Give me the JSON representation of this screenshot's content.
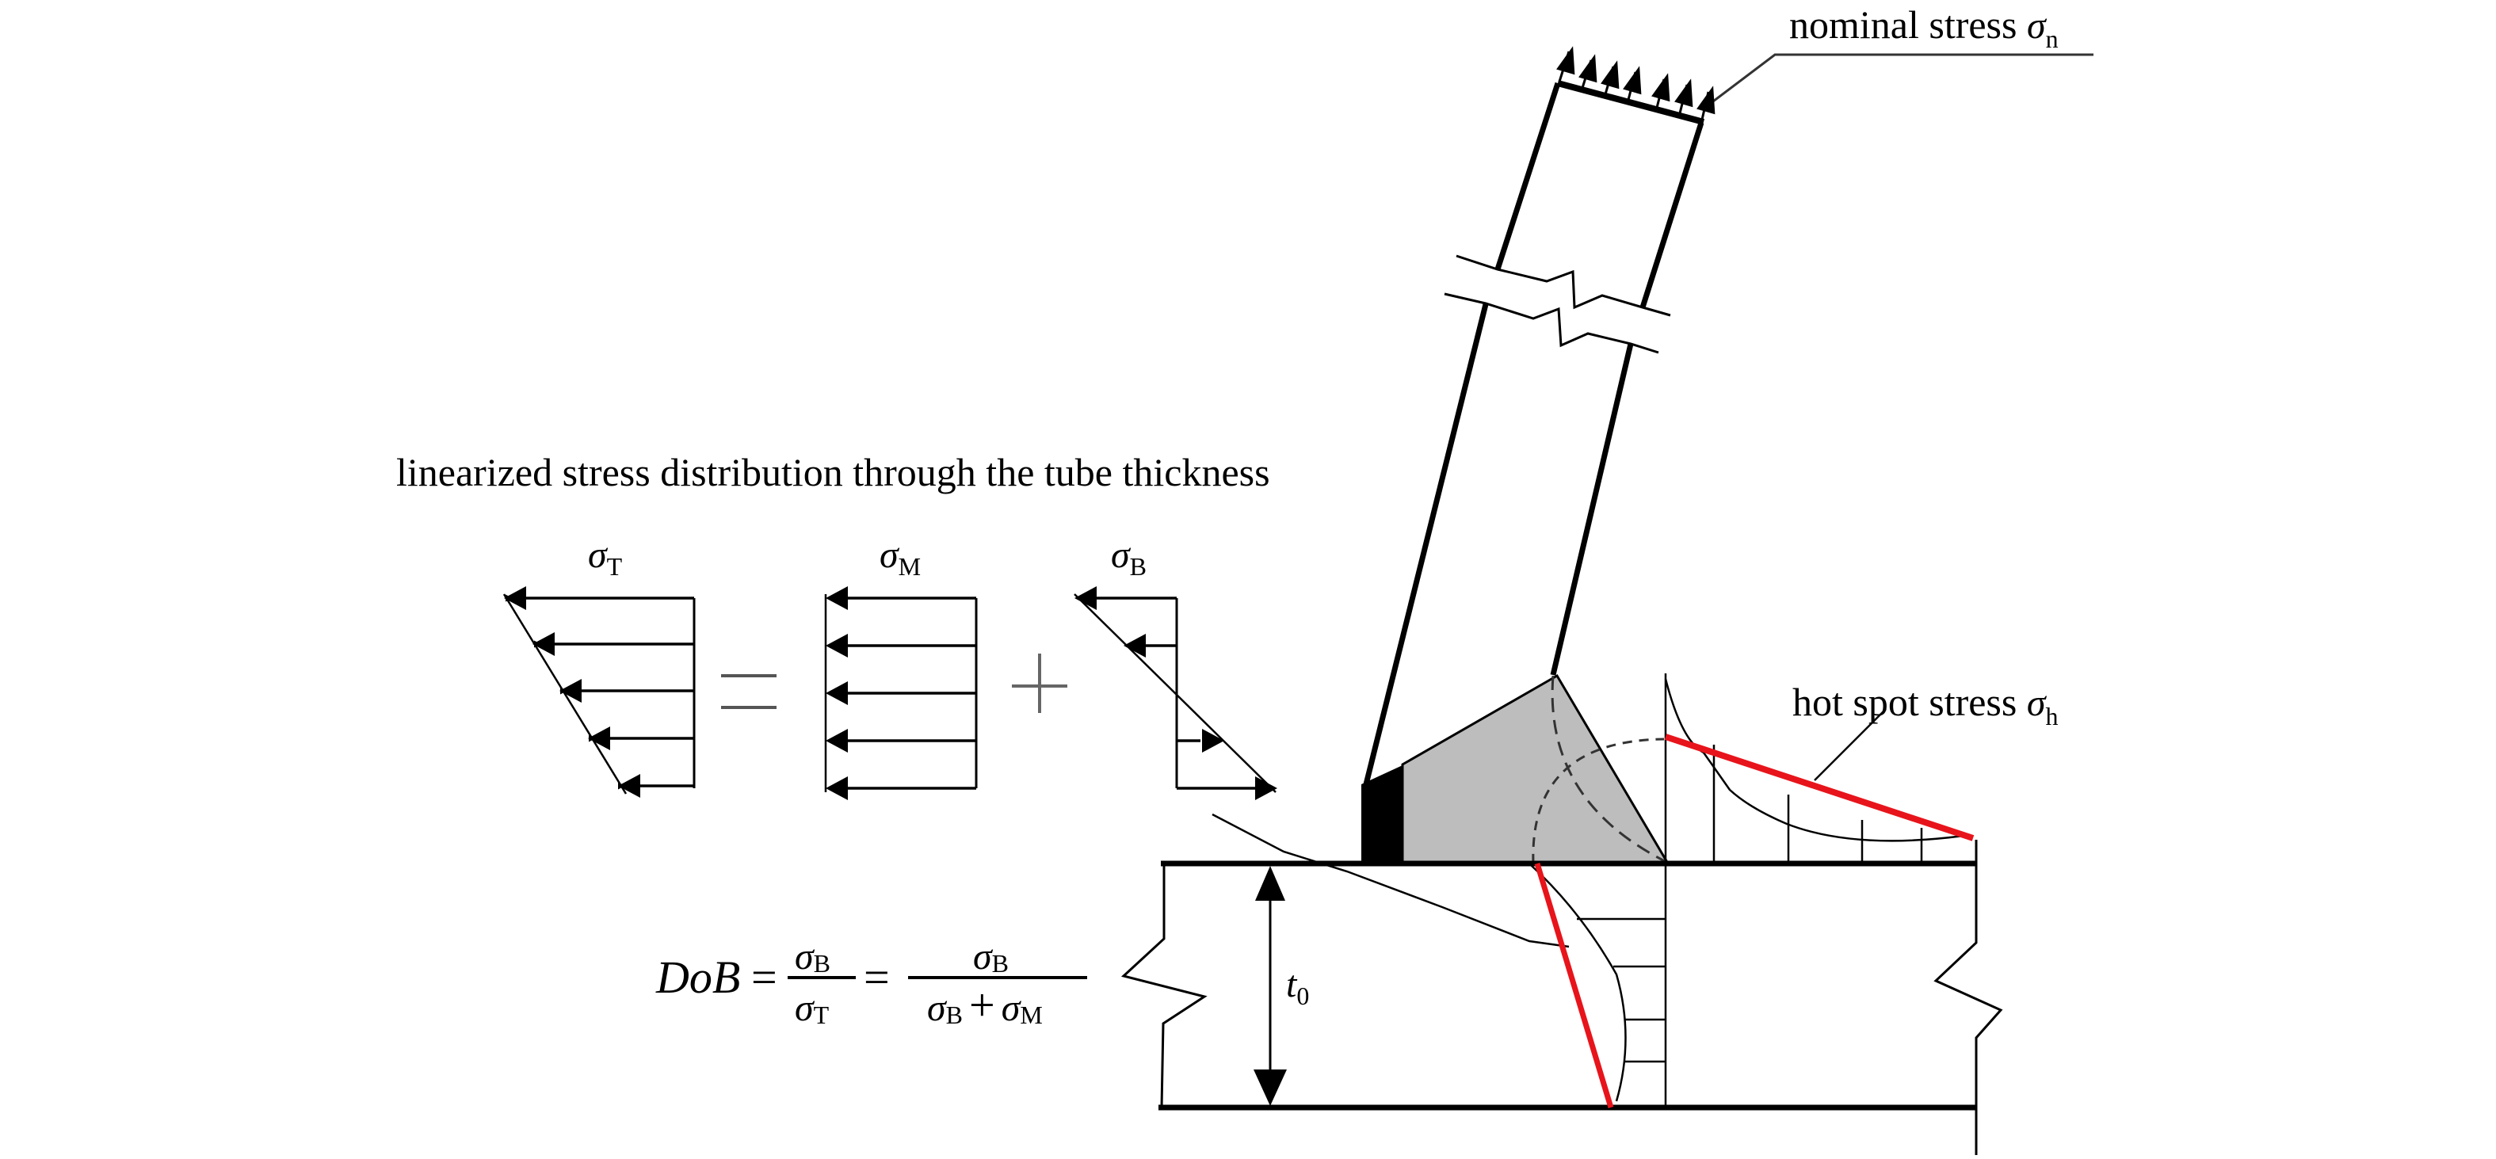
{
  "labels": {
    "nominal_stress": {
      "text": "nominal stress ",
      "symbol": "σ",
      "subscript": "n"
    },
    "hot_spot_stress": {
      "text": "hot spot stress ",
      "symbol": "σ",
      "subscript": "h"
    },
    "linearized_title": "linearized stress distribution through the tube thickness",
    "sigma_T": {
      "symbol": "σ",
      "subscript": "T"
    },
    "sigma_M": {
      "symbol": "σ",
      "subscript": "M"
    },
    "sigma_B": {
      "symbol": "σ",
      "subscript": "B"
    },
    "equals_sign": "=",
    "plus_sign": "+",
    "thickness": {
      "symbol": "t",
      "subscript": "0"
    }
  },
  "formula": {
    "lhs": "DoB",
    "eq": "=",
    "frac1_num": {
      "symbol": "σ",
      "subscript": "B"
    },
    "frac1_den": {
      "symbol": "σ",
      "subscript": "T"
    },
    "frac2_num": {
      "symbol": "σ",
      "subscript": "B"
    },
    "frac2_den_a": {
      "symbol": "σ",
      "subscript": "B"
    },
    "frac2_den_plus": "+",
    "frac2_den_b": {
      "symbol": "σ",
      "subscript": "M"
    }
  },
  "colors": {
    "ink": "#000000",
    "weld_fill": "#bdbdbd",
    "weld_root": "#000000",
    "extrapolation": "#e8141b"
  }
}
